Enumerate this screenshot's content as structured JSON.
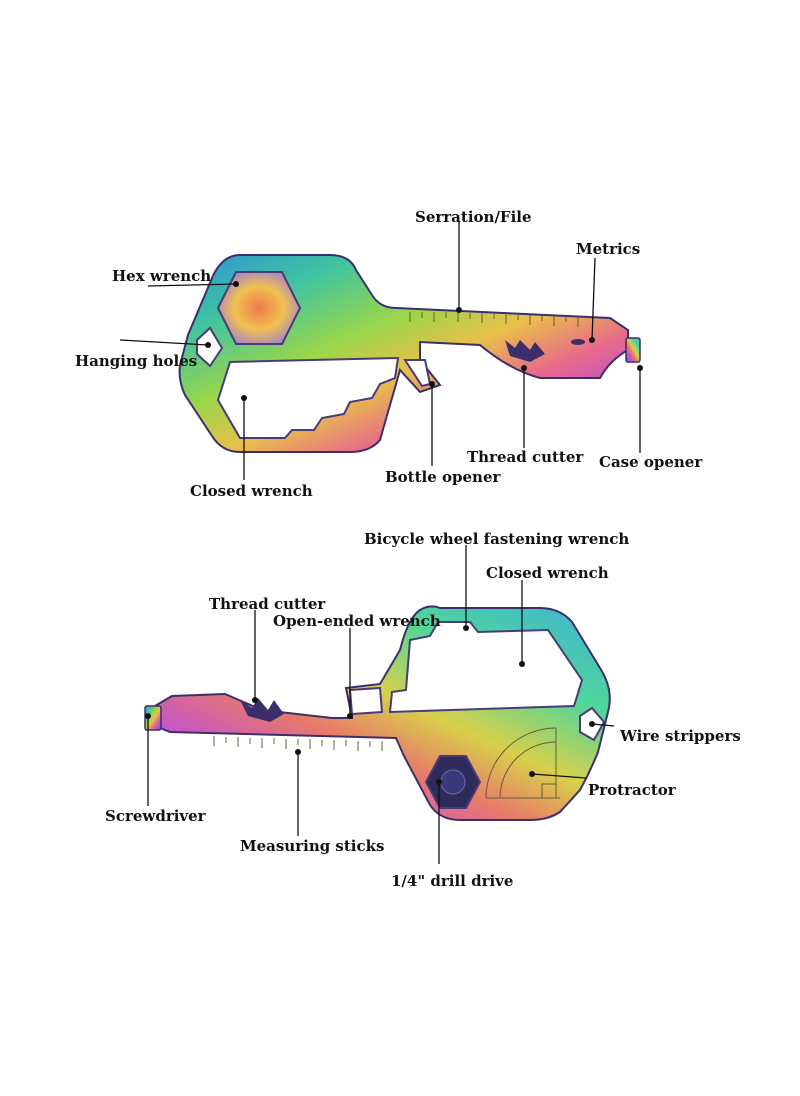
{
  "top_tool": {
    "labels": {
      "serration_file": "Serration/File",
      "metrics": "Metrics",
      "hex_wrench": "Hex wrench",
      "hanging_holes": "Hanging holes",
      "thread_cutter": "Thread cutter",
      "case_opener": "Case opener",
      "bottle_opener": "Bottle opener",
      "closed_wrench": "Closed wrench"
    }
  },
  "bottom_tool": {
    "labels": {
      "bicycle_wrench": "Bicycle wheel fastening wrench",
      "closed_wrench": "Closed wrench",
      "thread_cutter": "Thread cutter",
      "open_ended_wrench": "Open-ended wrench",
      "wire_strippers": "Wire strippers",
      "protractor": "Protractor",
      "screwdriver": "Screwdriver",
      "measuring_sticks": "Measuring sticks",
      "drill_drive": "1/4\" drill drive"
    }
  },
  "colors": {
    "label_text": "#111111",
    "iridescent": [
      "#2f8fd8",
      "#3fc4a0",
      "#9ad64a",
      "#e8c04a",
      "#e86a8a",
      "#b14fd6",
      "#5a4fd8"
    ]
  }
}
